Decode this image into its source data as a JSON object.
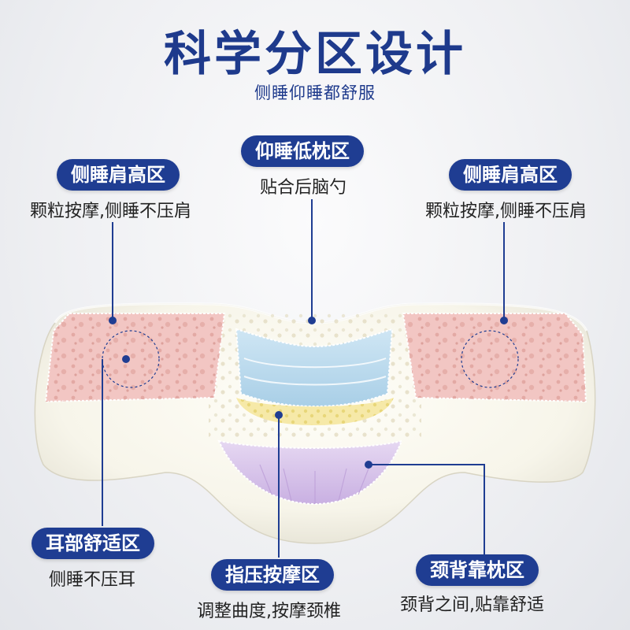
{
  "title": "科学分区设计",
  "subtitle": "侧睡仰睡都舒服",
  "zones": {
    "left_shoulder": {
      "label": "侧睡肩高区",
      "desc": "颗粒按摩,侧睡不压肩"
    },
    "center_low": {
      "label": "仰睡低枕区",
      "desc": "贴合后脑勺"
    },
    "right_shoulder": {
      "label": "侧睡肩高区",
      "desc": "颗粒按摩,侧睡不压肩"
    },
    "ear": {
      "label": "耳部舒适区",
      "desc": "侧睡不压耳"
    },
    "acupressure": {
      "label": "指压按摩区",
      "desc": "调整曲度,按摩颈椎"
    },
    "neck_back": {
      "label": "颈背靠枕区",
      "desc": "颈背之间,贴靠舒适"
    }
  },
  "colors": {
    "brand": "#1f3d92",
    "pink_zone": "#f2c6c3",
    "blue_zone": "#bfdcee",
    "yellow_zone": "#f6e9a8",
    "purple_zone": "#d9c6ec",
    "foam": "#fbfaf3"
  }
}
